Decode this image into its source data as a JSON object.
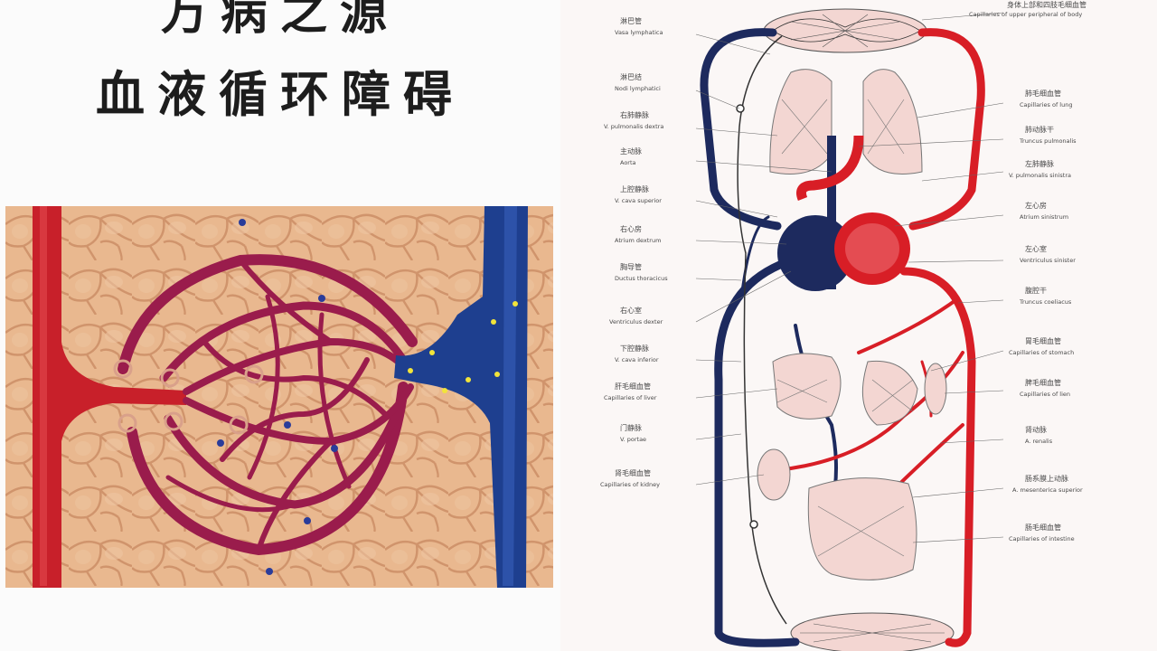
{
  "slide": {
    "title_line1": "万病之源",
    "title_line2": "血液循环障碍"
  },
  "left_figure": {
    "colors": {
      "artery": "#c8202a",
      "capillary": "#9a1c4c",
      "vein": "#1e3f8f",
      "tissue": "#e9b88f",
      "cell_border": "#c98b63"
    }
  },
  "right_figure": {
    "left_labels": [
      {
        "cn": "淋巴管",
        "en": "Vasa lymphatica"
      },
      {
        "cn": "淋巴结",
        "en": "Nodi lymphatici"
      },
      {
        "cn": "右肺静脉",
        "en": "V. pulmonalis dextra"
      },
      {
        "cn": "主动脉",
        "en": "Aorta"
      },
      {
        "cn": "上腔静脉",
        "en": "V. cava superior"
      },
      {
        "cn": "右心房",
        "en": "Atrium dextrum"
      },
      {
        "cn": "胸导管",
        "en": "Ductus thoracicus"
      },
      {
        "cn": "右心室",
        "en": "Ventriculus dexter"
      },
      {
        "cn": "下腔静脉",
        "en": "V. cava inferior"
      },
      {
        "cn": "肝毛细血管",
        "en": "Capillaries of liver"
      },
      {
        "cn": "门静脉",
        "en": "V. portae"
      },
      {
        "cn": "肾毛细血管",
        "en": "Capillaries of kidney"
      }
    ],
    "right_labels": [
      {
        "cn": "身体上部和四肢毛细血管",
        "en": "Capillaries of upper peripheral of body"
      },
      {
        "cn": "肺毛细血管",
        "en": "Capillaries of lung"
      },
      {
        "cn": "肺动脉干",
        "en": "Truncus pulmonalis"
      },
      {
        "cn": "左肺静脉",
        "en": "V. pulmonalis sinistra"
      },
      {
        "cn": "左心房",
        "en": "Atrium sinistrum"
      },
      {
        "cn": "左心室",
        "en": "Ventriculus sinister"
      },
      {
        "cn": "腹腔干",
        "en": "Truncus coeliacus"
      },
      {
        "cn": "胃毛细血管",
        "en": "Capillaries of stomach"
      },
      {
        "cn": "脾毛细血管",
        "en": "Capillaries of lien"
      },
      {
        "cn": "肾动脉",
        "en": "A. renalis"
      },
      {
        "cn": "肠系膜上动脉",
        "en": "A. mesenterica superior"
      },
      {
        "cn": "肠毛细血管",
        "en": "Capillaries of intestine"
      }
    ],
    "colors": {
      "artery": "#d81e26",
      "vein": "#1d2a5e",
      "organ_fill": "#f3d6d2"
    }
  }
}
